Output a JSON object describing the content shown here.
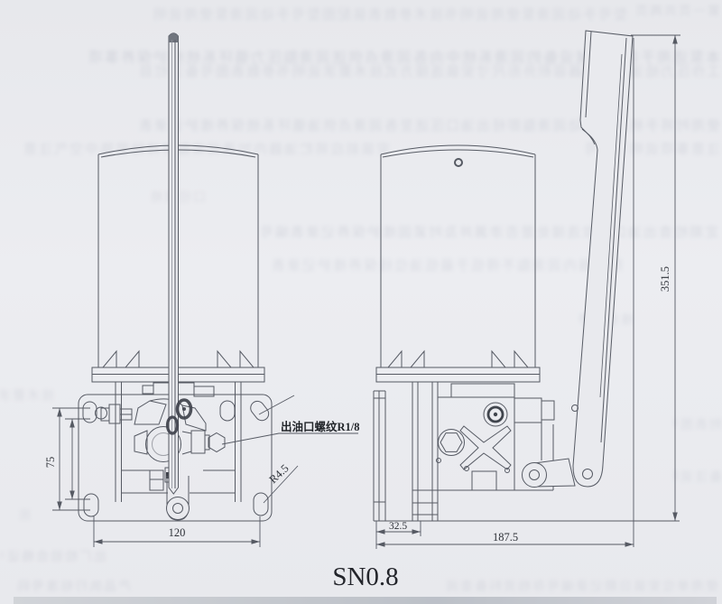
{
  "title": "SN0.8",
  "annotations": {
    "outlet_label": "出油口螺纹R1/8",
    "corner_radius_label": "R4.5"
  },
  "dimensions": {
    "hole_spacing_vertical": "75",
    "base_width": "120",
    "base_plate_offset": "32.5",
    "overall_depth": "187.5",
    "overall_height": "351.5"
  },
  "colors": {
    "paper": "#e9eaee",
    "line": "#565a64",
    "ink": "#2e3138"
  },
  "scan": {
    "bleed_rows": [
      "型号手动润滑泵使用说明书技术参数表装配图型号手动润滑泵使用说明",
      "本泵适用于各类机械设备的润滑系统中向各润滑点供送润滑脂压力循环系统维护保养事项",
      "工作压力给油量贮油器容积外形尺寸安装连接方式技术要求说明书参数表图号备注栏目",
      "使用时将手柄上下摇动润滑脂即经出油口压送至各润滑点供油循环系统保养维护记录表",
      "安装前应将贮油器内加满润滑脂并排除管路中空气注意",
      "注意事项说明书图号",
      "口径规格",
      "定期检查出油口螺纹连接处是否渗漏并及时紧固维护保养记录表编号",
      "贮油器内润滑脂不得低于最低油位线保养维护记录表",
      "维护保养",
      "技术要求",
      "附表图号",
      "备注说明",
      "图",
      "出厂检验合格证书",
      "产品执行标准号码",
      "使用单位安装日期记录编号存档资料备查阅",
      "第一页共两页"
    ]
  }
}
